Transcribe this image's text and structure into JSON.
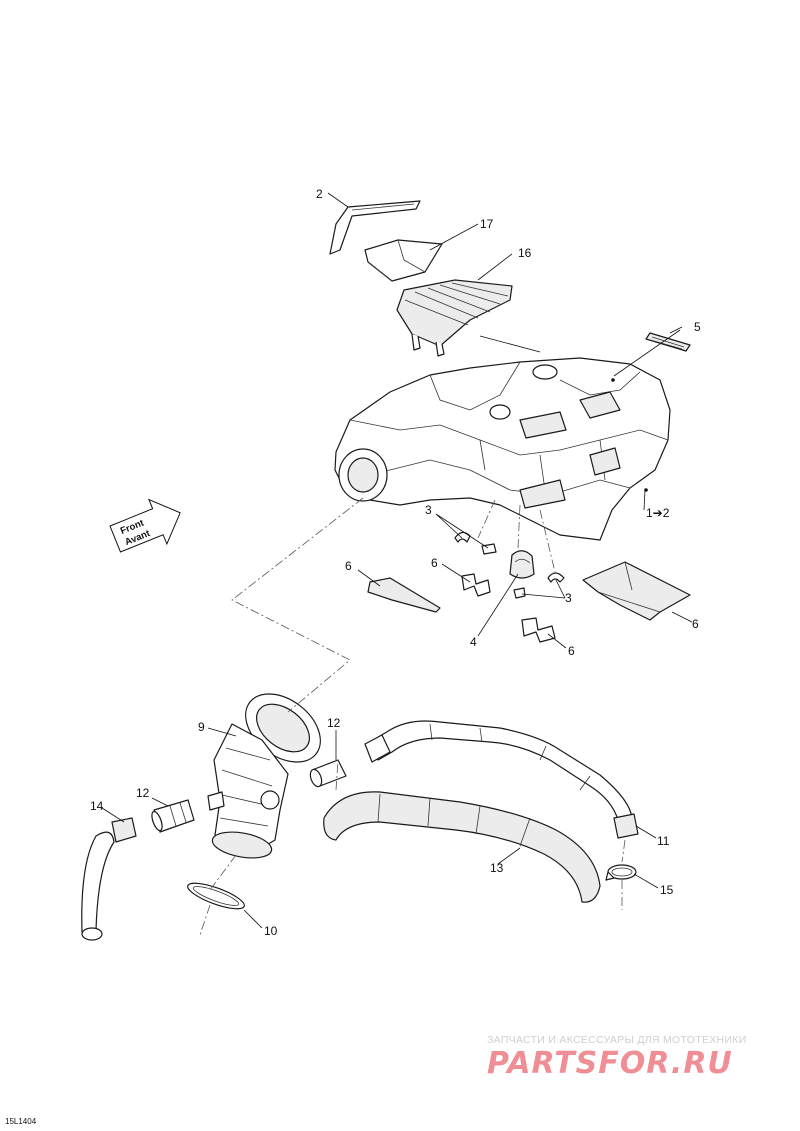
{
  "callouts": {
    "c2": "2",
    "c17": "17",
    "c16": "16",
    "c5": "5",
    "c1to2": "1➔2",
    "c3a": "3",
    "c3b": "3",
    "c6a": "6",
    "c6b": "6",
    "c6c": "6",
    "c6d": "6",
    "c4": "4",
    "c9": "9",
    "c12a": "12",
    "c12b": "12",
    "c14": "14",
    "c11": "11",
    "c13": "13",
    "c15": "15",
    "c10": "10"
  },
  "front_arrow": {
    "line1": "Front",
    "line2": "Avant"
  },
  "watermark": {
    "tagline": "ЗАПЧАСТИ И АКСЕССУАРЫ ДЛЯ МОТОТЕХНИКИ",
    "brand": "PARTSFOR.RU",
    "color": "#f08e95"
  },
  "diagram_code": "15L1404"
}
